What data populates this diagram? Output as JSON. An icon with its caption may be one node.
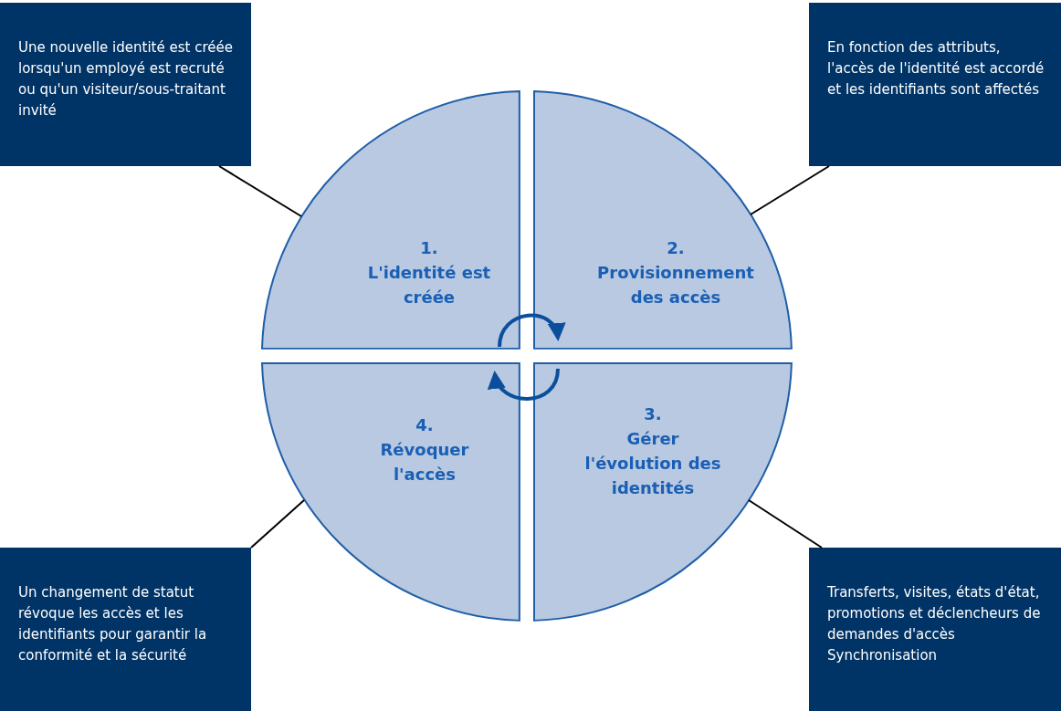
{
  "diagram": {
    "nodes": [
      {
        "text": [
          "Une nouvelle identité est créée lorsqu'un employé est recruté ou qu'un visiteur/sous-traitant invité"
        ]
      },
      {
        "text": [
          "En fonction des attributs, l'accès de l'identité est accordé et les identifiants sont affectés"
        ]
      },
      {
        "text": [
          "1.",
          "L'identité est créée"
        ]
      },
      {
        "text": [
          "2.",
          "Provisionnement des accès"
        ]
      },
      {
        "text": [
          "4.",
          "Révoquer l'accès"
        ]
      },
      {
        "text": [
          "3.",
          "Gérer l'évolution des identités"
        ]
      },
      {
        "text": [
          "Un changement de statut révoque les accès et les identifiants pour garantir la conformité et la sécurité"
        ]
      },
      {
        "text": [
          "Transferts, visites, états d'état, promotions et déclencheurs de demandes d'accès Synchronisation"
        ]
      }
    ],
    "edges": [
      {
        "from": 0,
        "to": 2,
        "arrow": "none"
      },
      {
        "from": 1,
        "to": 3,
        "arrow": "none"
      },
      {
        "from": 2,
        "to": 3,
        "arrow": "to",
        "style": "thick",
        "color": "#0b4f9c"
      },
      {
        "from": 5,
        "to": 4,
        "arrow": "to",
        "style": "thick",
        "color": "#0b4f9c"
      },
      {
        "from": 6,
        "to": 4,
        "arrow": "none"
      },
      {
        "from": 7,
        "to": 5,
        "arrow": "none"
      }
    ]
  }
}
